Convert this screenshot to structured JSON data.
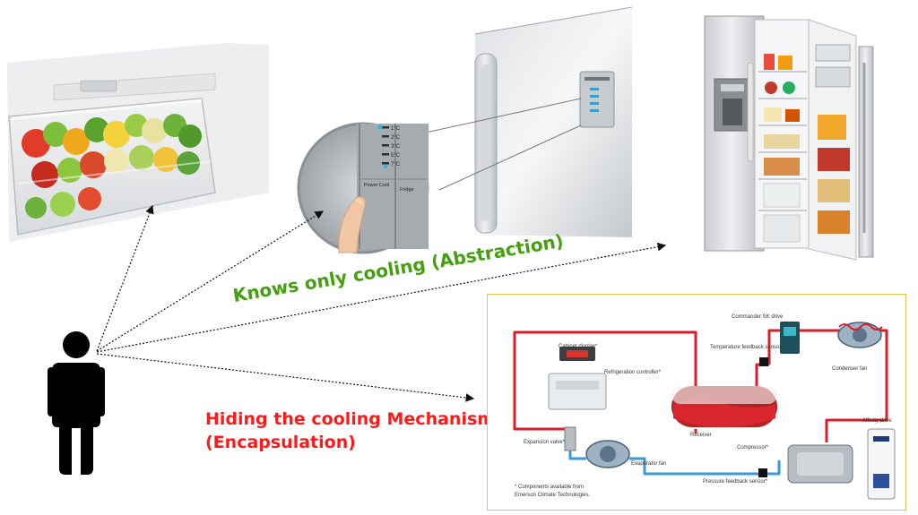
{
  "captions": {
    "abstraction": "Knows only cooling (Abstraction)",
    "encapsulation_line1": "Hiding the cooling Mechanism",
    "encapsulation_line2": "(Encapsulation)"
  },
  "control_panel": {
    "buttons": [
      "Power Cool",
      "Fridge"
    ],
    "levels": [
      "1°C",
      "2°C",
      "3°C",
      "5°C",
      "7°C"
    ]
  },
  "refrigeration_diagram": {
    "labels": {
      "cabinet_display": "Cabinet display*",
      "refrigeration_controller": "Refrigeration controller*",
      "expansion_valve": "Expansion valve*",
      "evaporator_fan": "Evaporator fan",
      "receiver": "Receiver",
      "commander_drive": "Commander SK drive",
      "temperature_sensor": "Temperature feedback sensor",
      "condenser_fan": "Condenser fan",
      "compressor": "Compressor*",
      "affinity_drive": "Affinity drive",
      "pressure_sensor": "Pressure feedback sensor*",
      "footnote_line1": "* Components available from",
      "footnote_line2": "Emerson Climate Technologies."
    },
    "colors": {
      "hot_line": "#d81e2c",
      "cold_line": "#3a9ad9",
      "frame": "#e8c24a"
    }
  },
  "colors": {
    "abstraction": "#44a00e",
    "encapsulation": "#ff1a1a"
  }
}
